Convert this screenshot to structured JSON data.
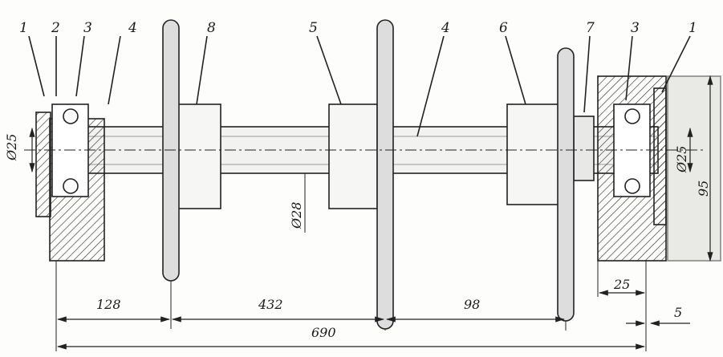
{
  "part_labels": [
    "1",
    "2",
    "3",
    "4",
    "8",
    "5",
    "4",
    "6",
    "7",
    "3",
    "1"
  ],
  "diameters": {
    "left_bearing": "Ø25",
    "shaft": "Ø28",
    "right_bearing": "Ø25",
    "housing": "95"
  },
  "dimensions": {
    "d1": "128",
    "d2": "432",
    "d3": "98",
    "total": "690",
    "offset": "5",
    "housing_width": "25"
  }
}
